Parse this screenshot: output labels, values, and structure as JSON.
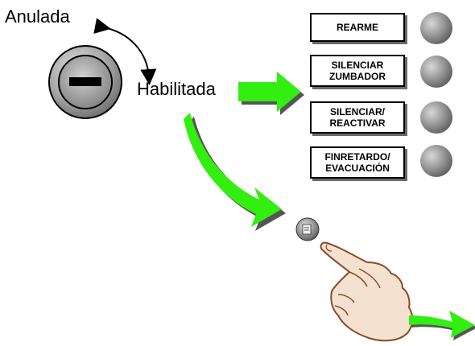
{
  "key_switch": {
    "states": {
      "disabled": "Anulada",
      "enabled": "Habilitada"
    }
  },
  "controls": [
    {
      "lines": [
        "REARME"
      ]
    },
    {
      "lines": [
        "SILENCIAR",
        "ZUMBADOR"
      ]
    },
    {
      "lines": [
        "SILENCIAR/",
        "REACTIVAR"
      ]
    },
    {
      "lines": [
        "FINRETARDO/",
        "EVACUACIÓN"
      ]
    }
  ],
  "colors": {
    "arrow_green": "#33ee11",
    "arrow_shadow": "#555555",
    "led_gray": "#8a8a8a",
    "key_gray": "#a8a8a8"
  },
  "icons": [
    "key-switch-icon",
    "rotation-arrow-icon",
    "green-arrow-icon",
    "status-led-icon",
    "small-key-button-icon",
    "pointing-hand-icon"
  ]
}
